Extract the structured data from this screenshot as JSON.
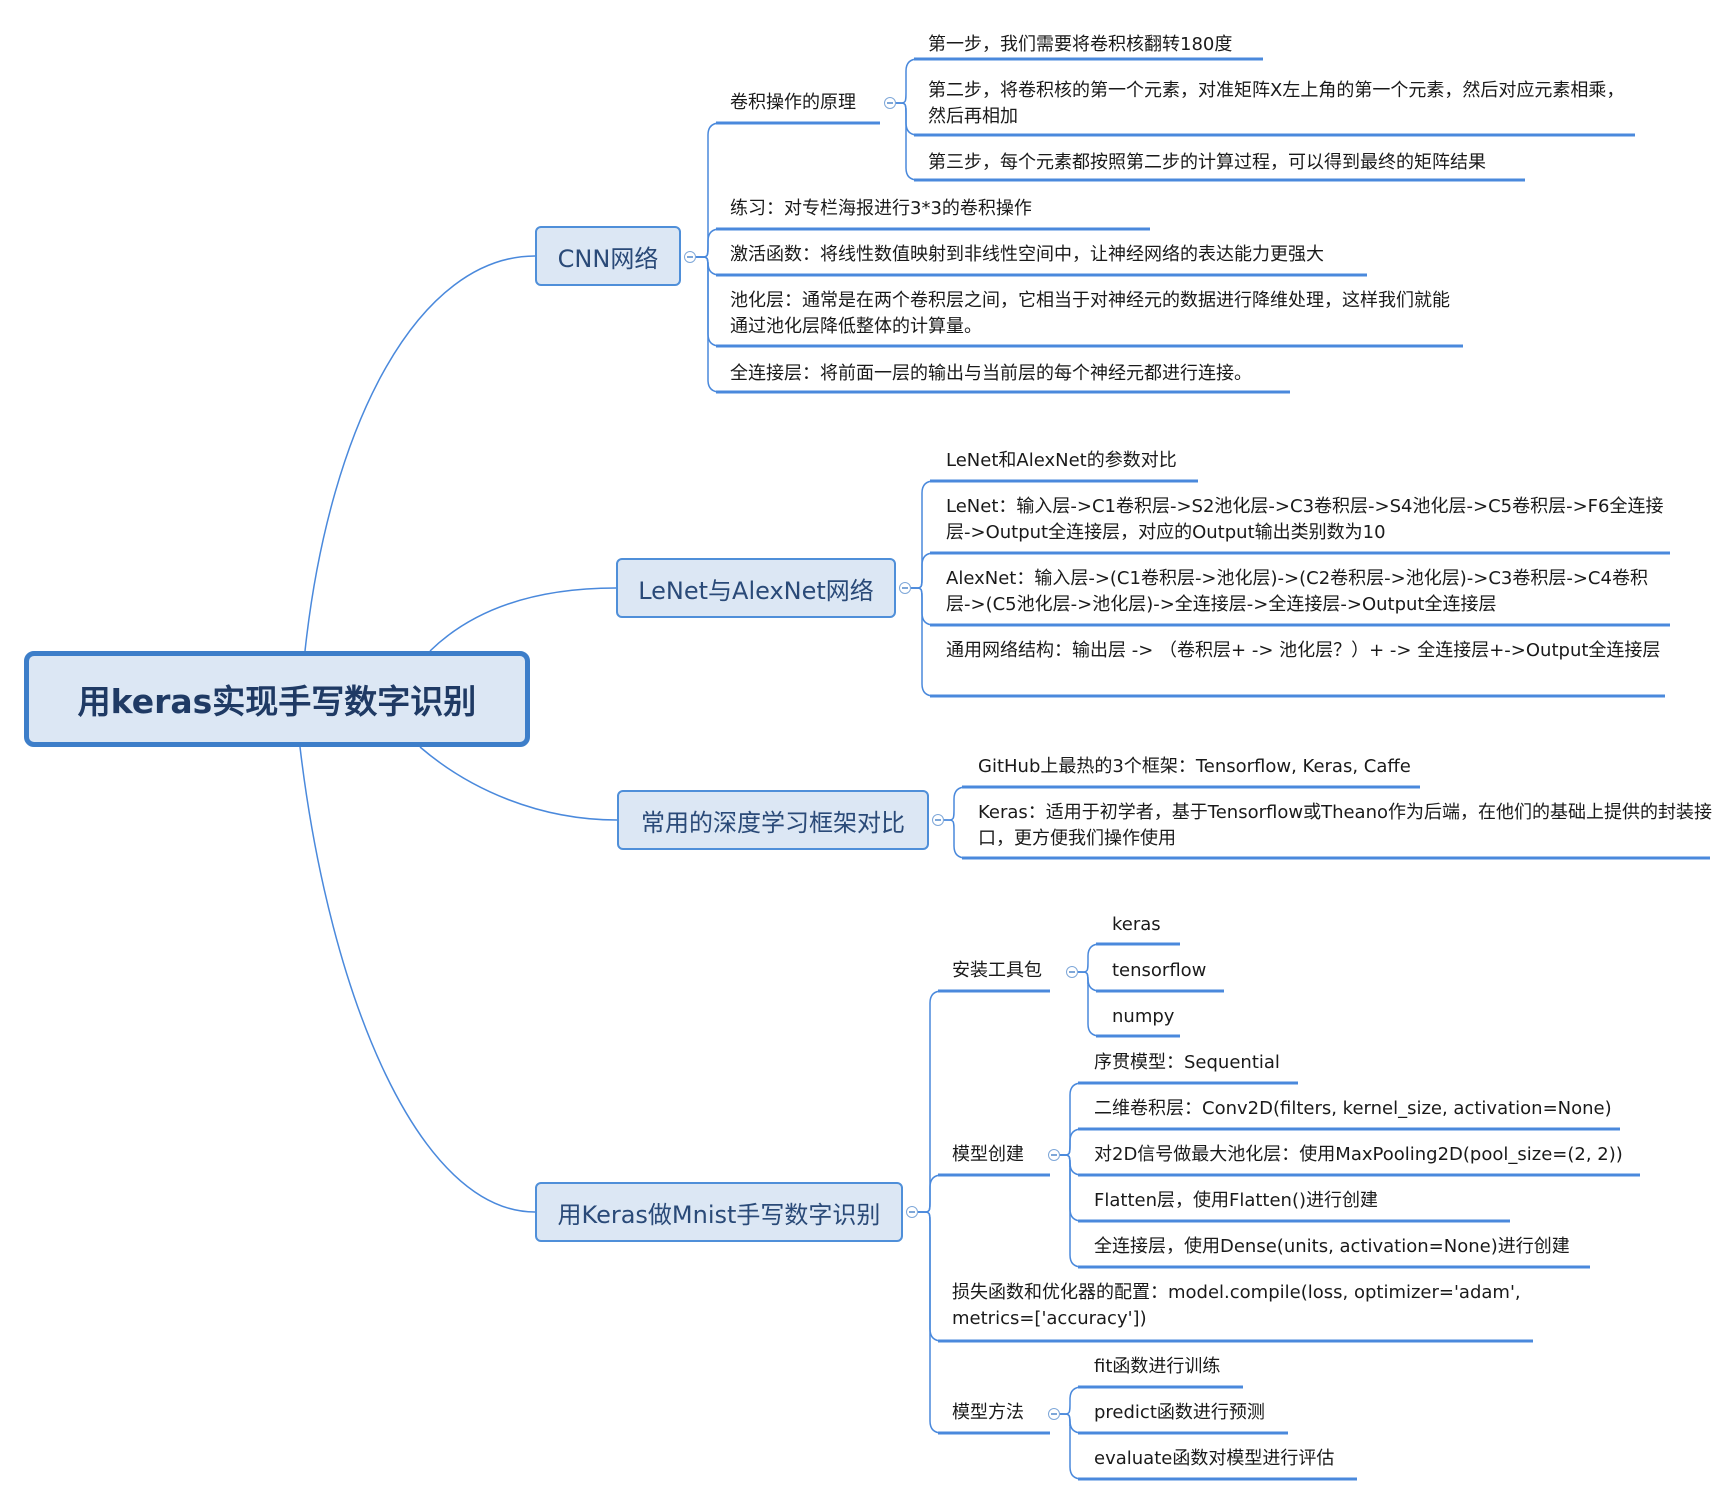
{
  "root": "用keras实现手写数字识别",
  "colors": {
    "line": "#4a89dc",
    "branch_fill": "#dce7f4",
    "branch_border": "#4f8fd9",
    "root_border": "#3d7ec9",
    "text": "#1a1a1a"
  },
  "branches": [
    {
      "label": "CNN网络",
      "items": [
        {
          "text": "卷积操作的原理",
          "children": [
            "第一步，我们需要将卷积核翻转180度",
            "第二步，将卷积核的第一个元素，对准矩阵X左上角的第一个元素，然后对应元素相乘，然后再相加",
            "第三步，每个元素都按照第二步的计算过程，可以得到最终的矩阵结果"
          ]
        },
        {
          "text": "练习：对专栏海报进行3*3的卷积操作"
        },
        {
          "text": "激活函数：将线性数值映射到非线性空间中，让神经网络的表达能力更强大"
        },
        {
          "text": "池化层：通常是在两个卷积层之间，它相当于对神经元的数据进行降维处理，这样我们就能通过池化层降低整体的计算量。"
        },
        {
          "text": "全连接层：将前面一层的输出与当前层的每个神经元都进行连接。"
        }
      ]
    },
    {
      "label": "LeNet与AlexNet网络",
      "items": [
        {
          "text": "LeNet和AlexNet的参数对比"
        },
        {
          "text": "LeNet：输入层->C1卷积层->S2池化层->C3卷积层->S4池化层->C5卷积层->F6全连接层->Output全连接层，对应的Output输出类别数为10"
        },
        {
          "text": "AlexNet：输入层->(C1卷积层->池化层)->(C2卷积层->池化层)->C3卷积层->C4卷积层->(C5池化层->池化层)->全连接层->全连接层->Output全连接层"
        },
        {
          "text": "通用网络结构：输出层 -> （卷积层+ -> 池化层？）+ -> 全连接层+->Output全连接层"
        }
      ]
    },
    {
      "label": "常用的深度学习框架对比",
      "items": [
        {
          "text": "GitHub上最热的3个框架：Tensorflow, Keras, Caffe"
        },
        {
          "text": "Keras：适用于初学者，基于Tensorflow或Theano作为后端，在他们的基础上提供的封装接口，更方便我们操作使用"
        }
      ]
    },
    {
      "label": "用Keras做Mnist手写数字识别",
      "items": [
        {
          "text": "安装工具包",
          "children": [
            "keras",
            "tensorflow",
            "numpy"
          ]
        },
        {
          "text": "模型创建",
          "children": [
            "序贯模型：Sequential",
            "二维卷积层：Conv2D(filters, kernel_size, activation=None)",
            "对2D信号做最大池化层：使用MaxPooling2D(pool_size=(2, 2))",
            "Flatten层，使用Flatten()进行创建",
            "全连接层，使用Dense(units, activation=None)进行创建"
          ]
        },
        {
          "text": "损失函数和优化器的配置：model.compile(loss, optimizer='adam', metrics=['accuracy'])"
        },
        {
          "text": "模型方法",
          "children": [
            "fit函数进行训练",
            "predict函数进行预测",
            "evaluate函数对模型进行评估"
          ]
        }
      ]
    }
  ]
}
